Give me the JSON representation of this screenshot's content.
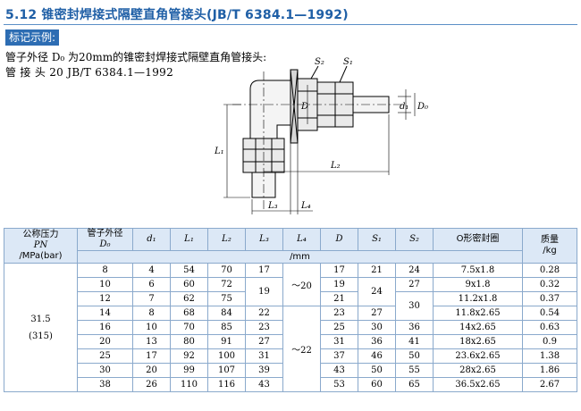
{
  "title": "5.12 锥密封焊接式隔壁直角管接头(JB/T 6384.1—1992)",
  "badge": "标记示例:",
  "example": {
    "line1": "管子外径 D₀ 为20mm的锥密封焊接式隔壁直角管接头:",
    "line2": "管 接 头 20  JB/T 6384.1—1992"
  },
  "drawing_labels": {
    "s2": "S₂",
    "s1": "S₁",
    "d": "D",
    "d1": "d₁",
    "d0": "D₀",
    "l1": "L₁",
    "l2": "L₂",
    "l3": "L₃",
    "l4": "L₄"
  },
  "table": {
    "headers": {
      "pn_line1": "公称压力",
      "pn_line2": "PN",
      "pn_line3": "/MPa(bar)",
      "d0_line1": "管子外径",
      "d0_line2": "D₀",
      "d1": "d₁",
      "l1": "L₁",
      "l2": "L₂",
      "l3": "L₃",
      "l4": "L₄",
      "d": "D",
      "s1": "S₁",
      "s2": "S₂",
      "oring": "O形密封圈",
      "mass_line1": "质量",
      "mass_line2": "/kg",
      "unit": "/mm"
    },
    "pn_value": "31.5",
    "pn_bar": "(315)",
    "l4_group1": "～20",
    "l4_group2": "～22",
    "rows": [
      {
        "d0": "8",
        "d1": "4",
        "l1": "54",
        "l2": "70",
        "l3": "17",
        "d": "17",
        "s1": "21",
        "s2": "24",
        "oring": "7.5x1.8",
        "mass": "0.28"
      },
      {
        "d0": "10",
        "d1": "6",
        "l1": "60",
        "l2": "72",
        "l3": "19",
        "d": "19",
        "s1": "24",
        "s2": "27",
        "oring": "9x1.8",
        "mass": "0.32"
      },
      {
        "d0": "12",
        "d1": "7",
        "l1": "62",
        "l2": "75",
        "l3": "",
        "d": "21",
        "s1": "",
        "s2": "30",
        "oring": "11.2x1.8",
        "mass": "0.37"
      },
      {
        "d0": "14",
        "d1": "8",
        "l1": "68",
        "l2": "84",
        "l3": "22",
        "d": "23",
        "s1": "27",
        "s2": "",
        "oring": "11.8x2.65",
        "mass": "0.54"
      },
      {
        "d0": "16",
        "d1": "10",
        "l1": "70",
        "l2": "85",
        "l3": "23",
        "d": "25",
        "s1": "30",
        "s2": "36",
        "oring": "14x2.65",
        "mass": "0.63"
      },
      {
        "d0": "20",
        "d1": "13",
        "l1": "80",
        "l2": "91",
        "l3": "27",
        "d": "31",
        "s1": "36",
        "s2": "41",
        "oring": "18x2.65",
        "mass": "0.9"
      },
      {
        "d0": "25",
        "d1": "17",
        "l1": "92",
        "l2": "100",
        "l3": "31",
        "d": "37",
        "s1": "46",
        "s2": "50",
        "oring": "23.6x2.65",
        "mass": "1.38"
      },
      {
        "d0": "30",
        "d1": "20",
        "l1": "99",
        "l2": "107",
        "l3": "39",
        "d": "43",
        "s1": "50",
        "s2": "55",
        "oring": "28x2.65",
        "mass": "1.86"
      },
      {
        "d0": "38",
        "d1": "26",
        "l1": "110",
        "l2": "116",
        "l3": "43",
        "d": "53",
        "s1": "60",
        "s2": "65",
        "oring": "36.5x2.65",
        "mass": "2.67"
      }
    ]
  }
}
